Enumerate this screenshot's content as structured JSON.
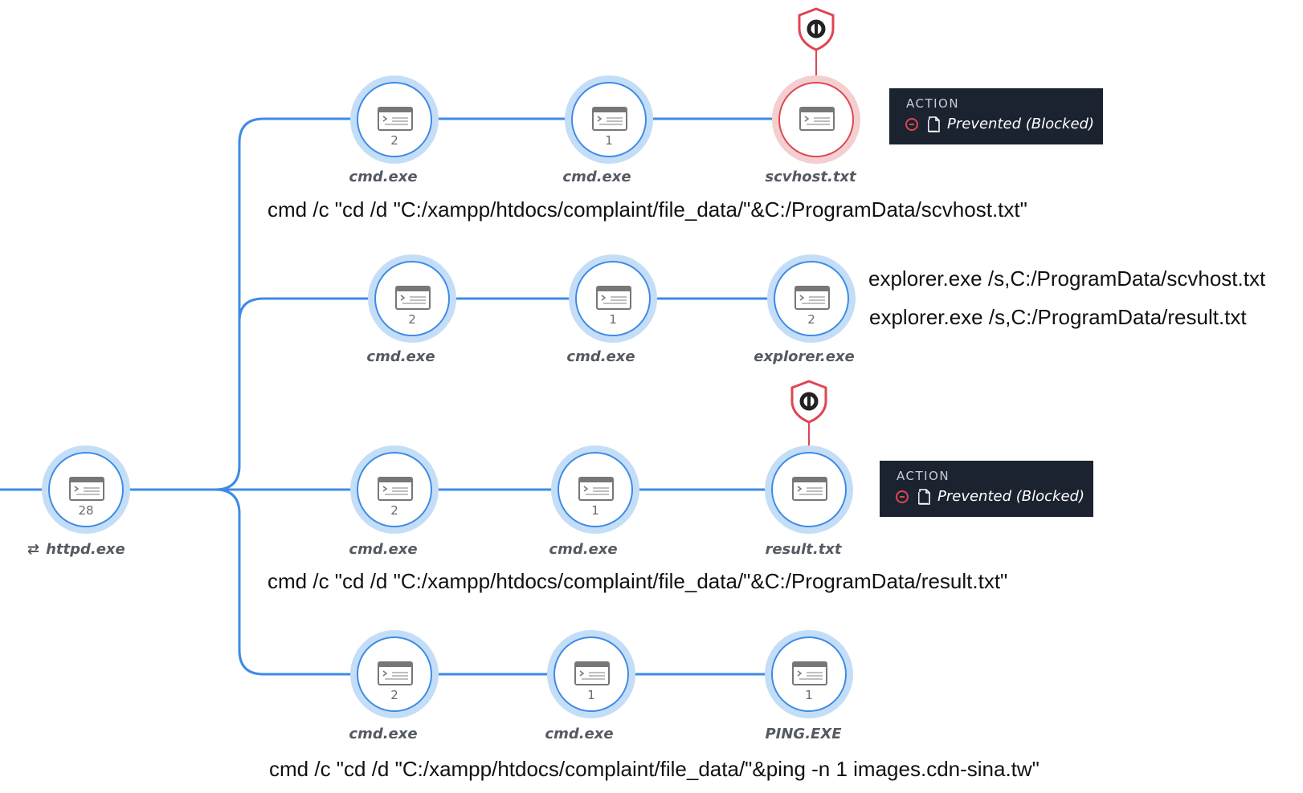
{
  "root": {
    "label": "httpd.exe",
    "count": "28",
    "icon": "swap-arrows-icon"
  },
  "branches": [
    {
      "nodes": [
        {
          "label": "cmd.exe",
          "count": "2"
        },
        {
          "label": "cmd.exe",
          "count": "1"
        },
        {
          "label": "scvhost.txt",
          "count": "",
          "status": "blocked"
        }
      ],
      "command": "cmd  /c \"cd /d \"C:/xampp/htdocs/complaint/file_data/\"&C:/ProgramData/scvhost.txt\"",
      "action": {
        "title": "ACTION",
        "text": "Prevented (Blocked)"
      }
    },
    {
      "nodes": [
        {
          "label": "cmd.exe",
          "count": "2"
        },
        {
          "label": "cmd.exe",
          "count": "1"
        },
        {
          "label": "explorer.exe",
          "count": "2"
        }
      ],
      "notes": [
        "explorer.exe /s,C:/ProgramData/scvhost.txt",
        "explorer.exe  /s,C:/ProgramData/result.txt"
      ]
    },
    {
      "nodes": [
        {
          "label": "cmd.exe",
          "count": "2"
        },
        {
          "label": "cmd.exe",
          "count": "1"
        },
        {
          "label": "result.txt",
          "count": "",
          "status": "blocked"
        }
      ],
      "command": "cmd  /c \"cd /d \"C:/xampp/htdocs/complaint/file_data/\"&C:/ProgramData/result.txt\"",
      "action": {
        "title": "ACTION",
        "text": "Prevented (Blocked)"
      }
    },
    {
      "nodes": [
        {
          "label": "cmd.exe",
          "count": "2"
        },
        {
          "label": "cmd.exe",
          "count": "1"
        },
        {
          "label": "PING.EXE",
          "count": "1"
        }
      ],
      "command": "cmd  /c \"cd /d \"C:/xampp/htdocs/complaint/file_data/\"&ping -n 1 images.cdn-sina.tw\""
    }
  ],
  "colors": {
    "edge": "#3d8be6",
    "node_halo": "#c5def7",
    "alert": "#e04552",
    "alert_halo": "#f3cfd0",
    "action_bg": "#1b2230"
  }
}
